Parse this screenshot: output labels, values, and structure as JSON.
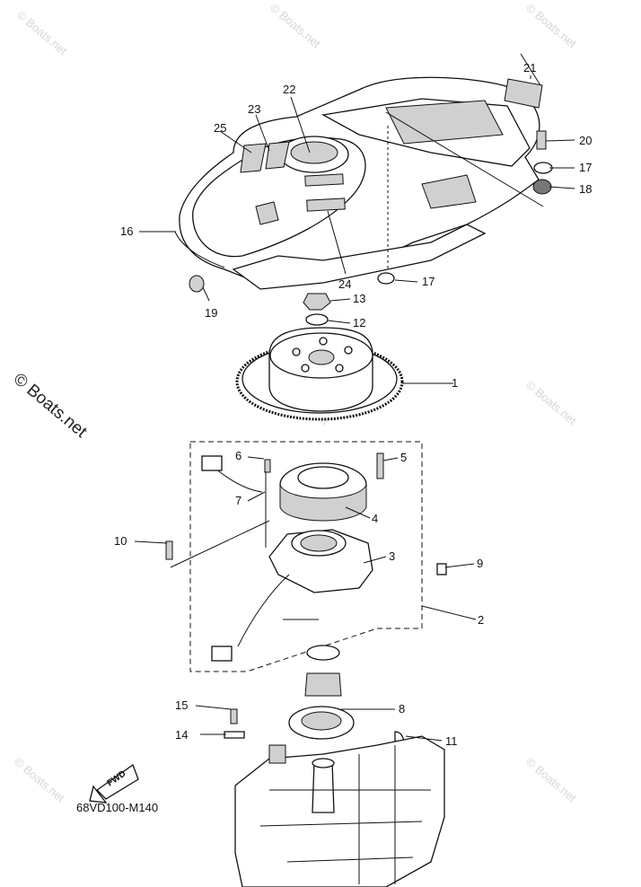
{
  "diagram": {
    "watermark_small": "© Boats.net",
    "watermark_large": "© Boats.net",
    "part_code": "68VD100-M140",
    "fwd_label": "FWD",
    "callouts": {
      "c1": "1",
      "c2": "2",
      "c3": "3",
      "c4": "4",
      "c5": "5",
      "c6": "6",
      "c7": "7",
      "c8": "8",
      "c9": "9",
      "c10": "10",
      "c11": "11",
      "c12": "12",
      "c13": "13",
      "c14": "14",
      "c15": "15",
      "c16": "16",
      "c17a": "17",
      "c17b": "17",
      "c18": "18",
      "c19": "19",
      "c20": "20",
      "c21": "21",
      "c22": "22",
      "c23": "23",
      "c24": "24",
      "c25": "25"
    }
  }
}
